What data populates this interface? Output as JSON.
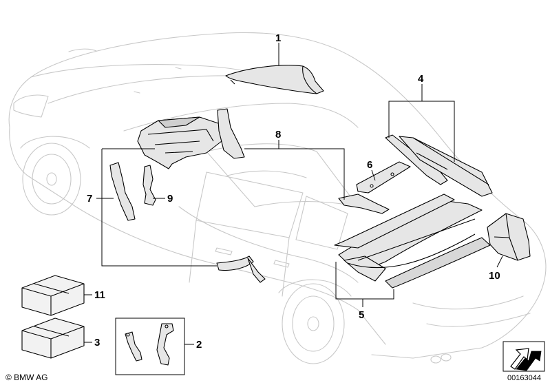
{
  "callouts": {
    "c1": "1",
    "c2": "2",
    "c3": "3",
    "c4": "4",
    "c5": "5",
    "c6": "6",
    "c7": "7",
    "c8": "8",
    "c9": "9",
    "c10": "10",
    "c11": "11"
  },
  "footer": {
    "copyright": "© BMW AG",
    "diagram_number": "00163044"
  },
  "icons": [
    "car-outline",
    "trim-panel",
    "parcel-shelf",
    "bracket",
    "parts-box",
    "arrow-icon"
  ],
  "colors": {
    "outline": "#c8c8c8",
    "part_fill": "#e6e6e6",
    "ink": "#000000"
  }
}
